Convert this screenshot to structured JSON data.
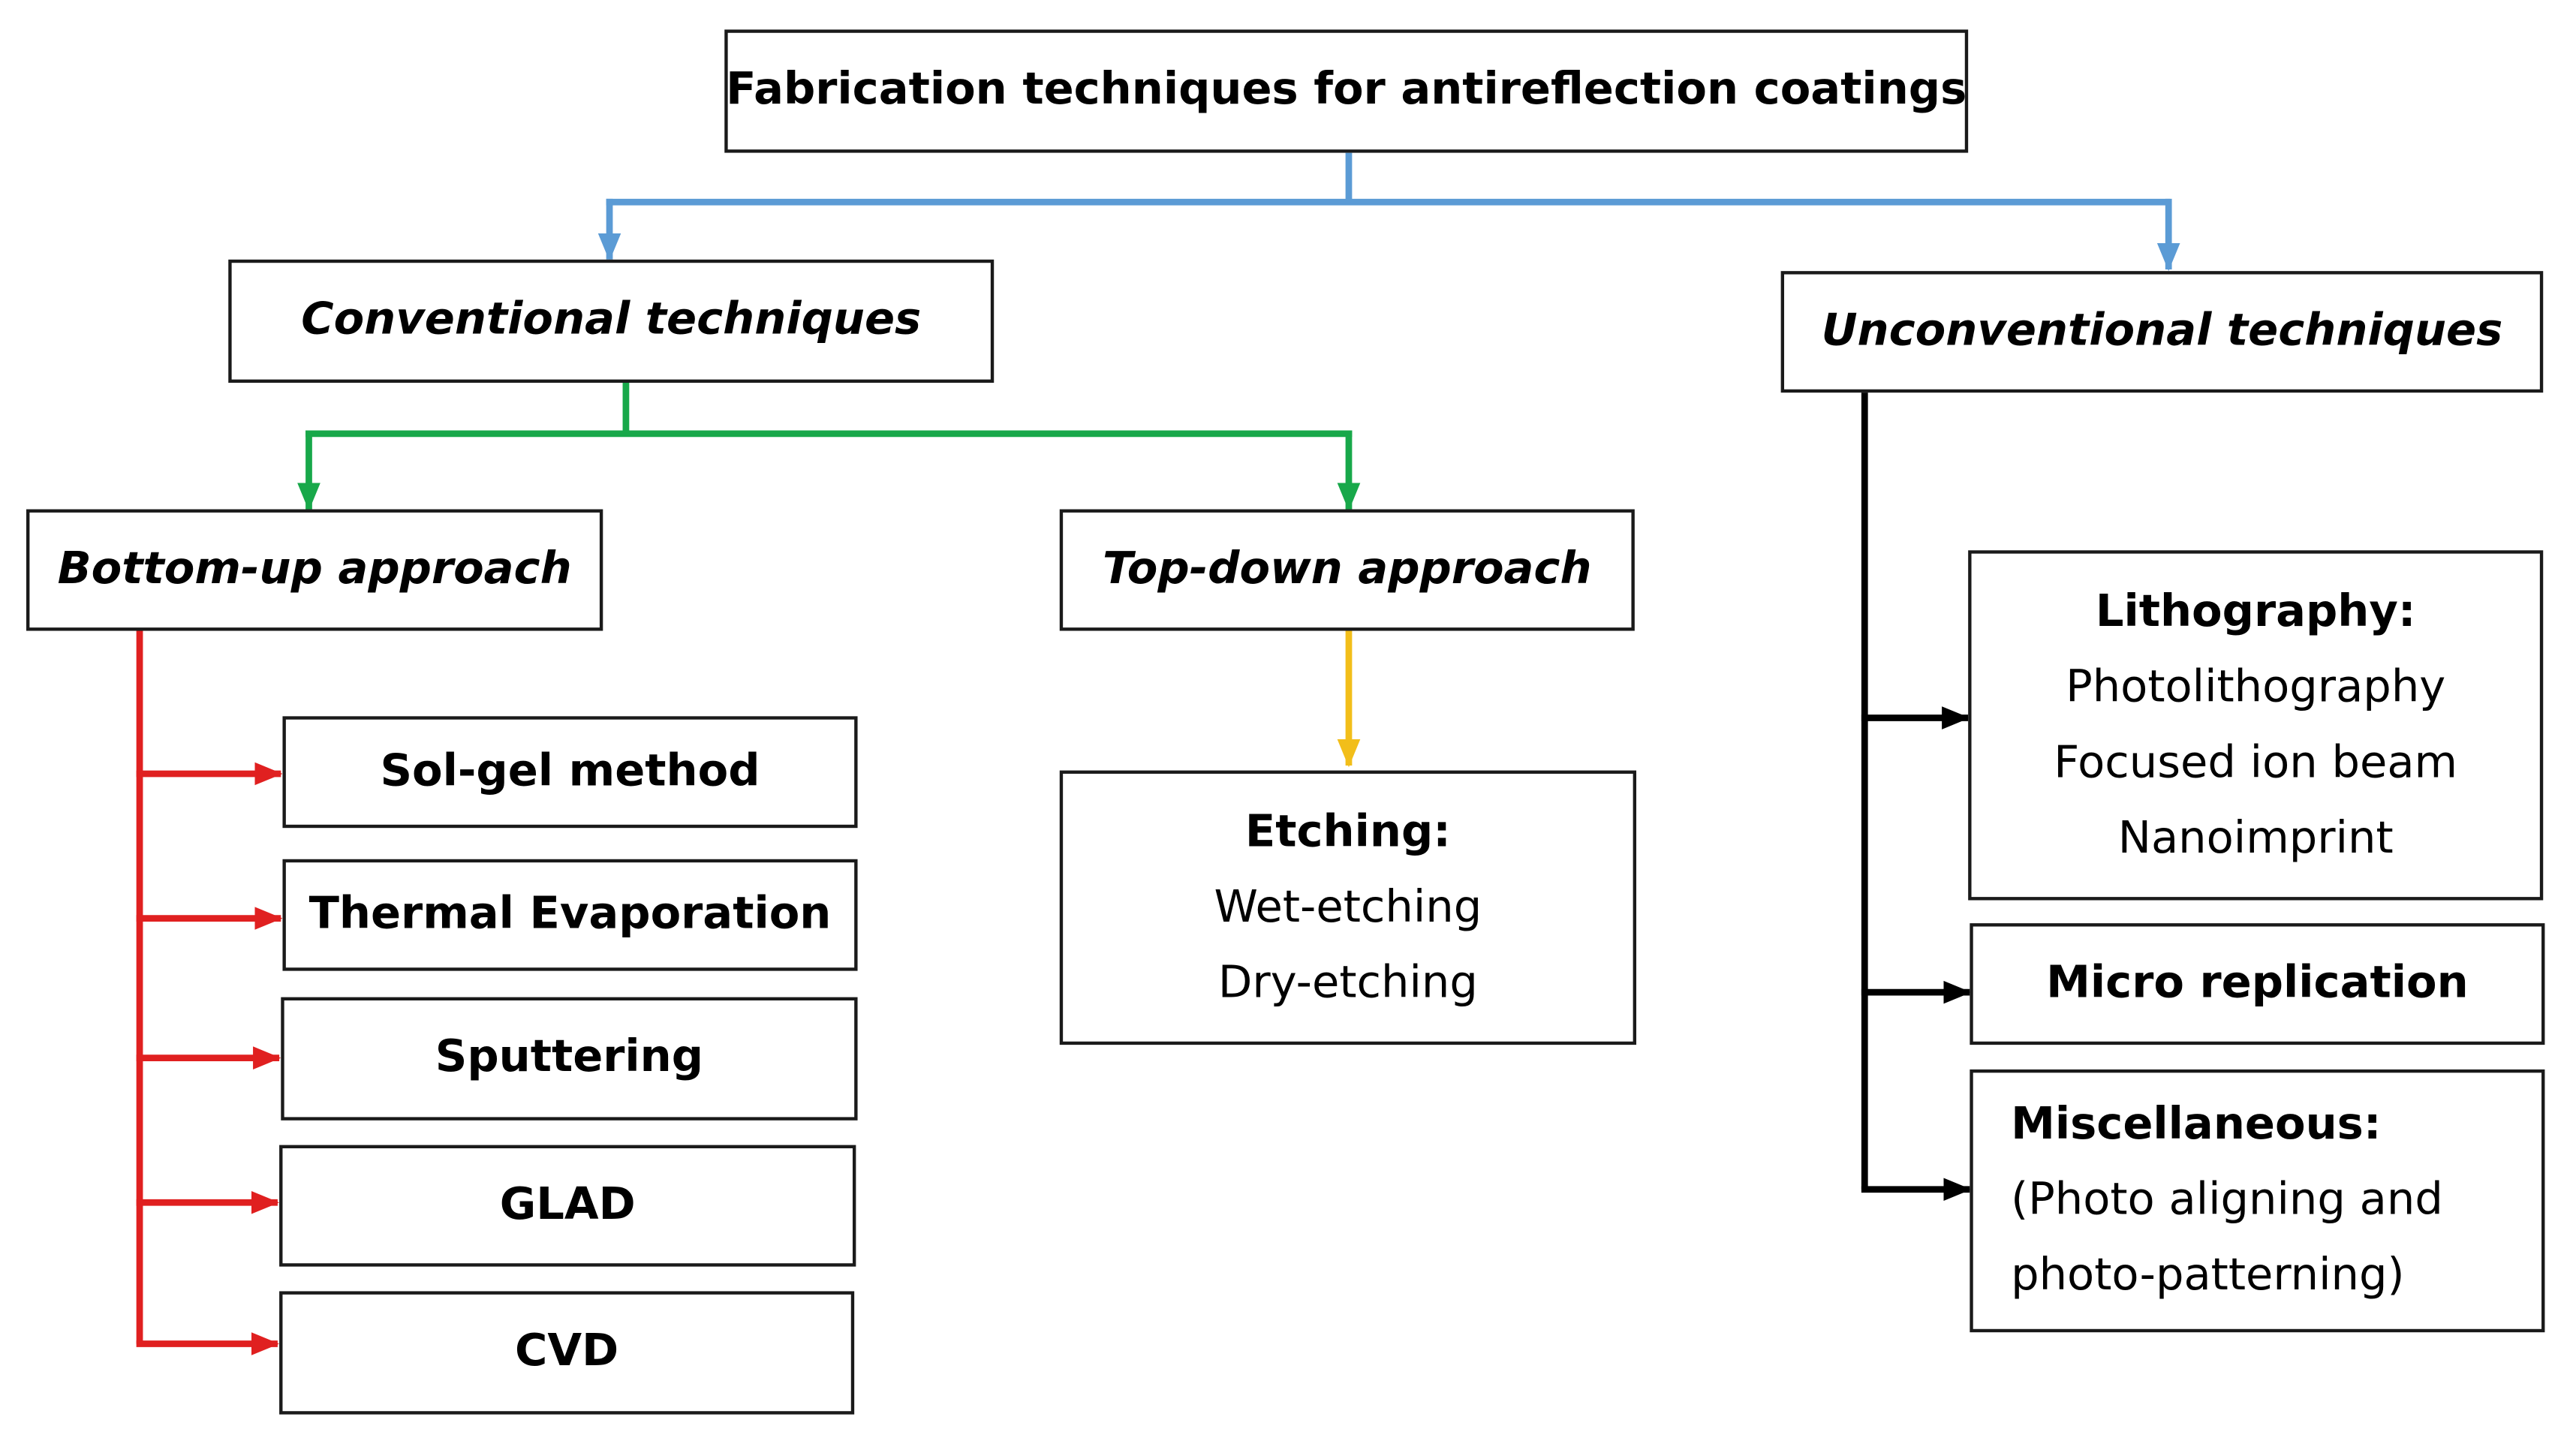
{
  "root": {
    "title": "Fabrication techniques for antireflection coatings"
  },
  "conventional": {
    "title": "Conventional techniques"
  },
  "unconventional": {
    "title": "Unconventional techniques"
  },
  "bottom_up": {
    "title": "Bottom-up approach",
    "methods": [
      "Sol-gel method",
      "Thermal Evaporation",
      "Sputtering",
      "GLAD",
      "CVD"
    ]
  },
  "top_down": {
    "title": "Top-down approach",
    "etching": {
      "heading": "Etching:",
      "items": [
        "Wet-etching",
        "Dry-etching"
      ]
    }
  },
  "lithography": {
    "heading": "Lithography:",
    "items": [
      "Photolithography",
      "Focused ion beam",
      "Nanoimprint"
    ]
  },
  "micro_replication": {
    "title": "Micro replication"
  },
  "miscellaneous": {
    "heading": "Miscellaneous:",
    "lines": [
      "(Photo aligning and",
      "photo-patterning)"
    ]
  },
  "colors": {
    "root_connector": "#5b9bd5",
    "conventional_connector": "#18a84a",
    "bottom_up_connector": "#e02020",
    "top_down_connector": "#f2be1a",
    "unconventional_connector": "#000000"
  }
}
